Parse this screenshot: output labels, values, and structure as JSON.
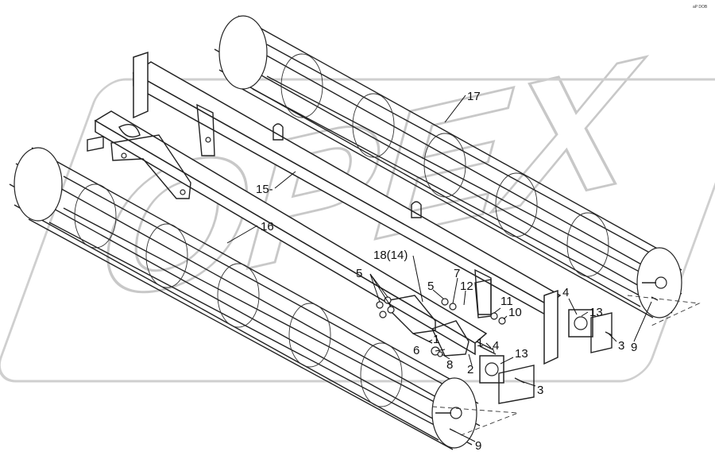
{
  "watermark": {
    "text": "OPEX"
  },
  "corner_mark": "aP DOB",
  "callouts": [
    {
      "id": "c17",
      "text": "17"
    },
    {
      "id": "c15",
      "text": "15-"
    },
    {
      "id": "c16",
      "text": "16"
    },
    {
      "id": "c18",
      "text": "18(14)"
    },
    {
      "id": "c5a",
      "text": "5"
    },
    {
      "id": "c5b",
      "text": "5"
    },
    {
      "id": "c7",
      "text": "7"
    },
    {
      "id": "c12",
      "text": "12"
    },
    {
      "id": "c11",
      "text": "11"
    },
    {
      "id": "c10",
      "text": "10"
    },
    {
      "id": "c4a",
      "text": "4"
    },
    {
      "id": "c13a",
      "text": "13"
    },
    {
      "id": "c3a",
      "text": "3"
    },
    {
      "id": "c9a",
      "text": "9"
    },
    {
      "id": "c1a",
      "text": "1"
    },
    {
      "id": "c6",
      "text": "6"
    },
    {
      "id": "c8",
      "text": "8"
    },
    {
      "id": "c2",
      "text": "2"
    },
    {
      "id": "c1b",
      "text": "1"
    },
    {
      "id": "c4b",
      "text": "4"
    },
    {
      "id": "c13b",
      "text": "13"
    },
    {
      "id": "c3b",
      "text": "3"
    },
    {
      "id": "c9b",
      "text": "9"
    }
  ]
}
